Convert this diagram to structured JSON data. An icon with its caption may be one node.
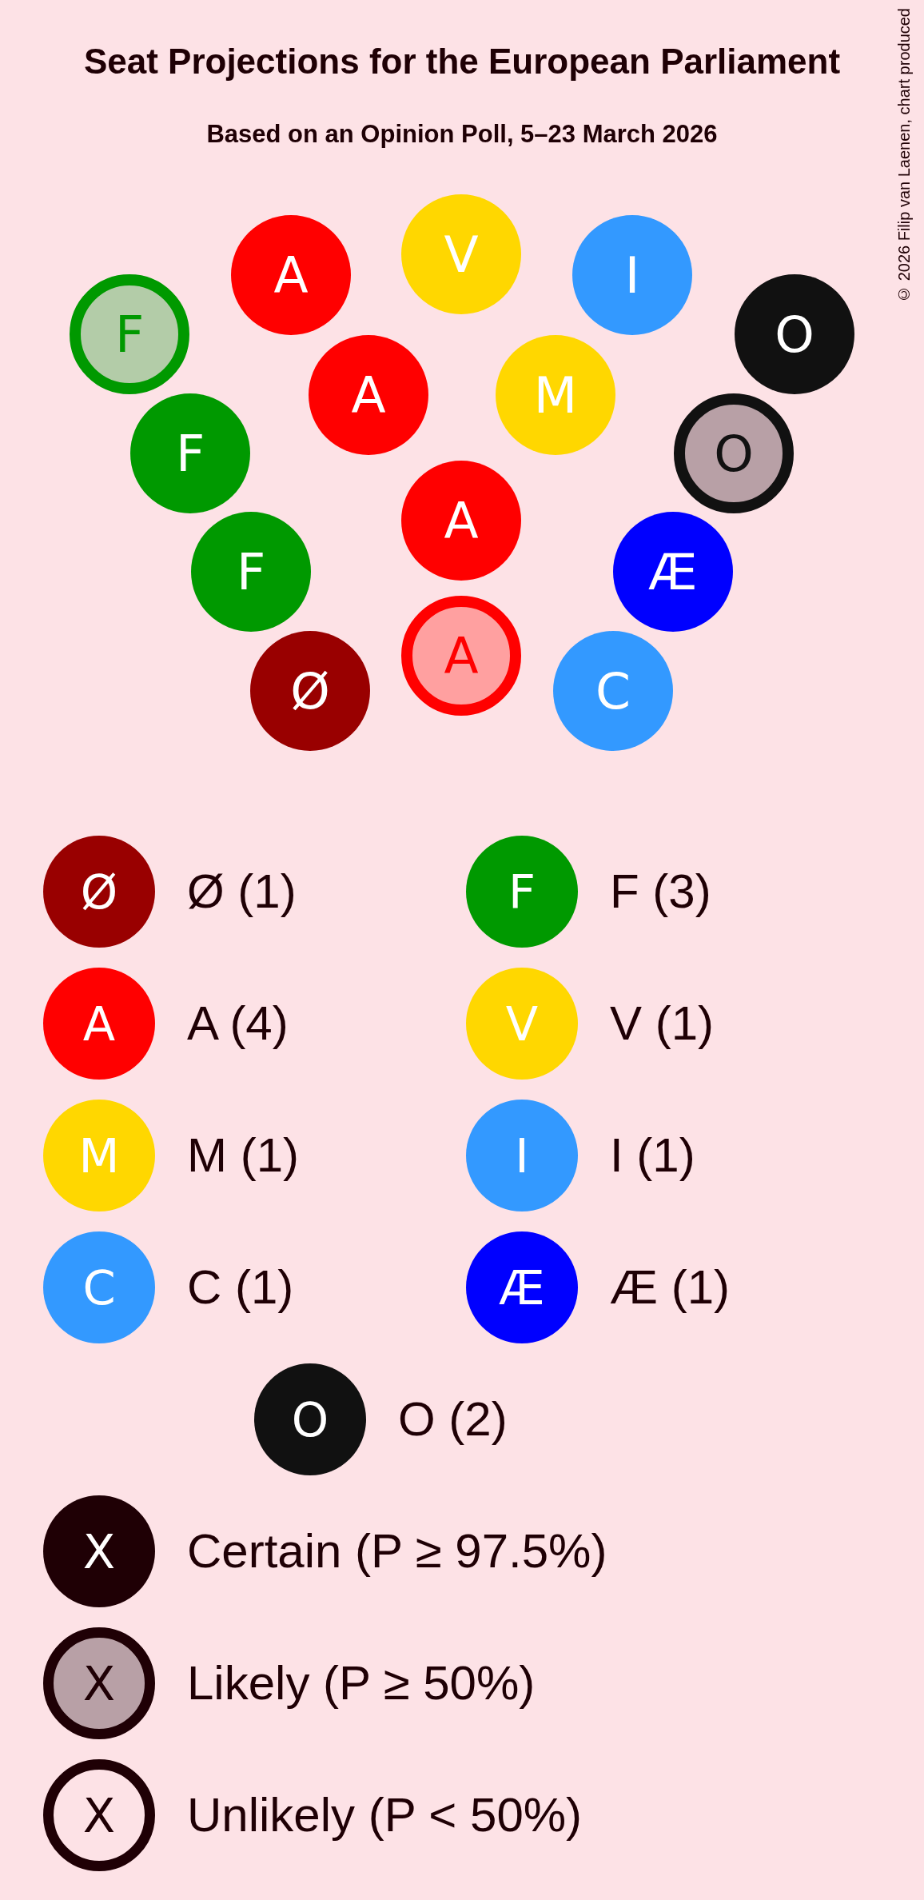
{
  "diagram": {
    "title": "Seat Projections for the European Parliament",
    "nodes": [
      {
        "text": [
          "V"
        ]
      },
      {
        "text": [
          "A"
        ]
      },
      {
        "text": [
          "I"
        ]
      },
      {
        "text": [
          "F"
        ]
      },
      {
        "text": [
          "O"
        ]
      },
      {
        "text": [
          "A"
        ]
      },
      {
        "text": [
          "M"
        ]
      },
      {
        "text": [
          "F"
        ]
      },
      {
        "text": [
          "O"
        ]
      },
      {
        "text": [
          "A"
        ]
      },
      {
        "text": [
          "F"
        ]
      },
      {
        "text": [
          "Æ"
        ]
      },
      {
        "text": [
          "A"
        ]
      },
      {
        "text": [
          "Ø"
        ]
      },
      {
        "text": [
          "C"
        ]
      },
      {
        "text": [
          "Ø"
        ],
        "beside": [
          "Ø (1)"
        ]
      },
      {
        "text": [
          "F"
        ],
        "beside": [
          "F (3)"
        ]
      },
      {
        "text": [
          "A"
        ],
        "beside": [
          "A (4)"
        ]
      },
      {
        "text": [
          "V"
        ],
        "beside": [
          "V (1)"
        ]
      },
      {
        "text": [
          "M"
        ],
        "beside": [
          "M (1)"
        ]
      },
      {
        "text": [
          "I"
        ],
        "beside": [
          "I (1)"
        ]
      },
      {
        "text": [
          "C"
        ],
        "beside": [
          "C (1)"
        ]
      },
      {
        "text": [
          "Æ"
        ],
        "beside": [
          "Æ (1)"
        ]
      },
      {
        "text": [
          "O"
        ],
        "beside": [
          "O (2)"
        ]
      },
      {
        "text": [
          "X"
        ],
        "beside": [
          "Certain (P ≥ 97.5%)"
        ]
      },
      {
        "text": [
          "X"
        ],
        "beside": [
          "Likely (P ≥ 50%)"
        ]
      },
      {
        "text": [
          "X"
        ],
        "beside": [
          "Unlikely (P < 50%)"
        ]
      }
    ],
    "labels": [
      "Based on an Opinion Poll, 5–23 March 2026",
      "© 2026 Filip van Laenen, chart produced"
    ]
  }
}
